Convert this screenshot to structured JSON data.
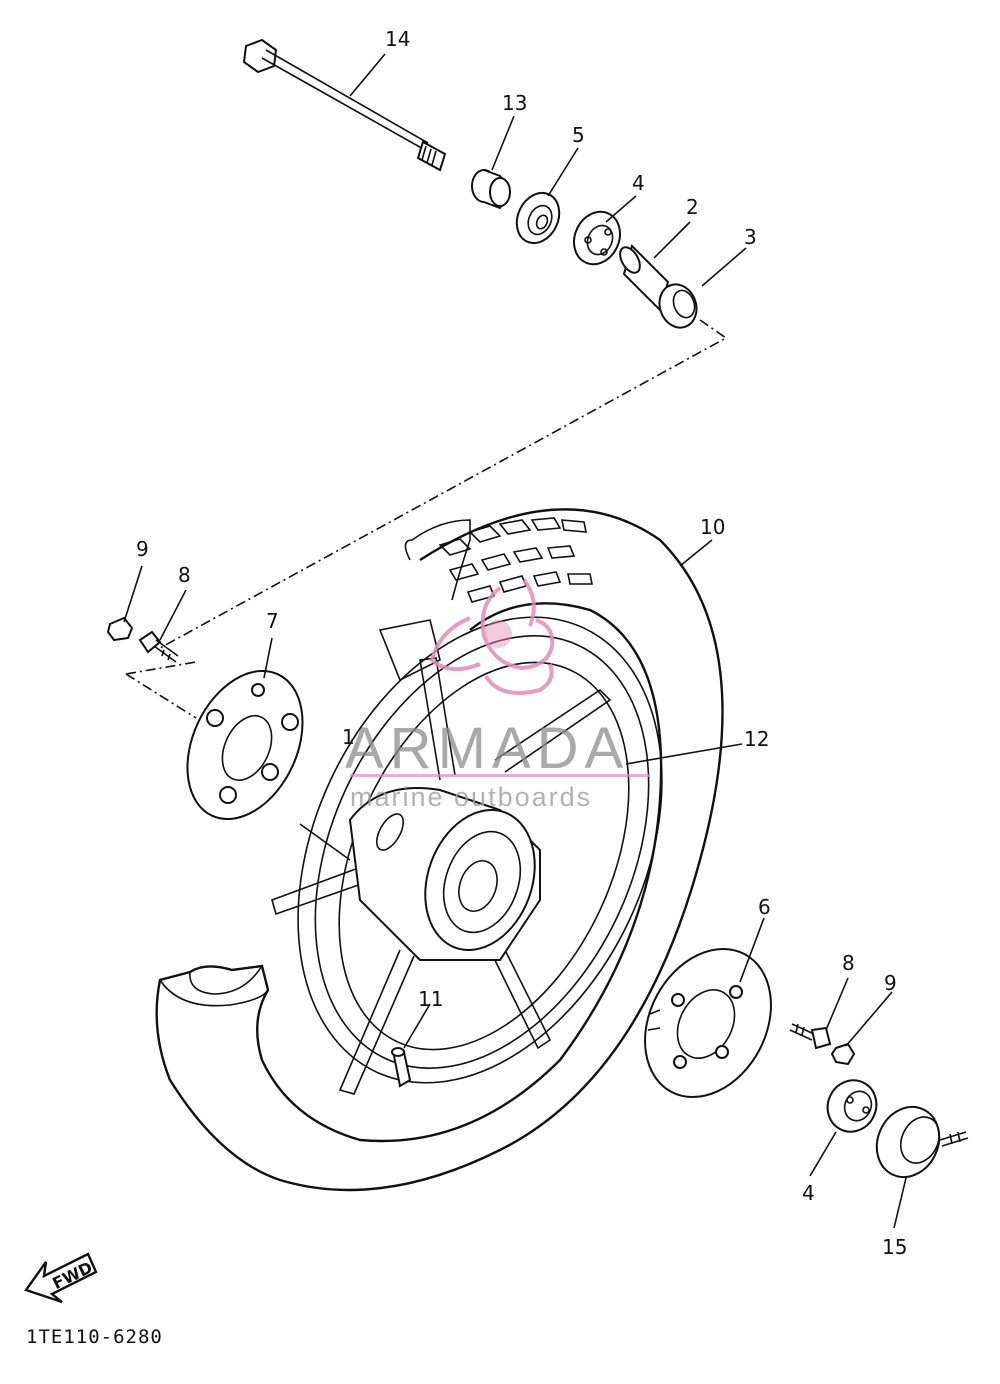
{
  "diagram": {
    "part_labels": [
      "14",
      "13",
      "5",
      "4",
      "2",
      "3",
      "10",
      "9",
      "8",
      "7",
      "1",
      "12",
      "6",
      "8",
      "9",
      "11",
      "4",
      "15"
    ],
    "fwd_label": "FWD",
    "drawing_code": "1TE110-6280"
  },
  "watermark": {
    "brand": "ARMADA",
    "tagline": "marine outboards",
    "accent_color": "#e58bb8"
  }
}
